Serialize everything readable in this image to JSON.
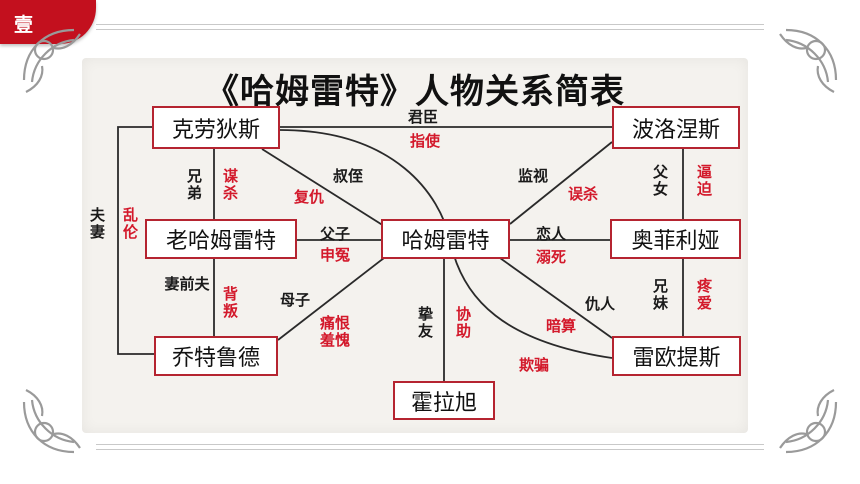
{
  "slide": {
    "badge": "壹",
    "title": "《哈姆雷特》人物关系简表"
  },
  "colors": {
    "accent": "#c3101e",
    "node_border": "#b52430",
    "relation_red": "#d3192b",
    "relation_black": "#1a1a1a",
    "panel_bg": "#f4f2ee"
  },
  "nodes": {
    "claudius": "克劳狄斯",
    "polonius": "波洛涅斯",
    "old_hamlet": "老哈姆雷特",
    "hamlet": "哈姆雷特",
    "ophelia": "奥菲利娅",
    "gertrude": "乔特鲁德",
    "laertes": "雷欧提斯",
    "horatio": "霍拉旭"
  },
  "relations": {
    "claudius_polonius": {
      "rel": "君臣",
      "act": "指使"
    },
    "claudius_gertrude": {
      "rel": "夫妻",
      "act": "乱伦"
    },
    "claudius_oldhamlet": {
      "rel": "兄弟",
      "act": "谋杀"
    },
    "claudius_hamlet": {
      "rel": "叔侄",
      "act": "复仇"
    },
    "oldhamlet_hamlet": {
      "rel": "父子",
      "act": "申冤"
    },
    "oldhamlet_gertrude": {
      "rel": "妻前夫",
      "act": "背叛"
    },
    "gertrude_hamlet": {
      "rel": "母子",
      "act": "痛恨羞愧"
    },
    "polonius_hamlet": {
      "rel": "监视",
      "act": "误杀"
    },
    "polonius_ophelia": {
      "rel": "父女",
      "act": "逼迫"
    },
    "hamlet_ophelia": {
      "rel": "恋人",
      "act": "溺死"
    },
    "ophelia_laertes": {
      "rel": "兄妹",
      "act": "疼爱"
    },
    "hamlet_laertes": {
      "rel": "仇人",
      "act": "暗算"
    },
    "claudius_laertes": {
      "act": "欺骗"
    },
    "hamlet_horatio": {
      "rel": "挚友",
      "act": "协助"
    }
  }
}
